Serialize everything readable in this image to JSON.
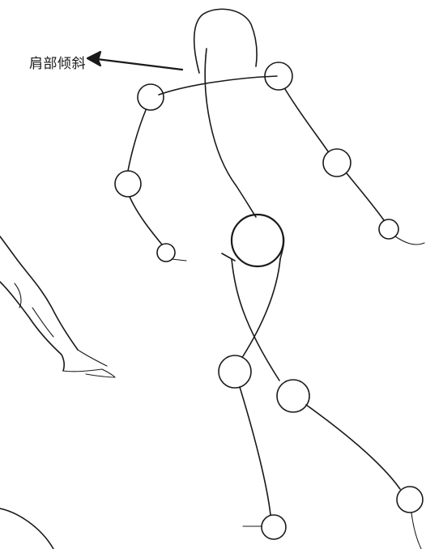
{
  "annotation": {
    "label": "肩部倾斜",
    "arrow_icon": "left-arrow-icon"
  },
  "figure": {
    "subject": "gesture-stick-figure-icon",
    "joints": [
      "head",
      "left-shoulder",
      "right-shoulder",
      "left-elbow",
      "right-elbow",
      "left-wrist",
      "right-wrist",
      "pelvis",
      "left-knee",
      "right-knee",
      "left-ankle",
      "right-ankle"
    ]
  },
  "colors": {
    "ink": "#1a1a1a",
    "paper": "#ffffff"
  }
}
